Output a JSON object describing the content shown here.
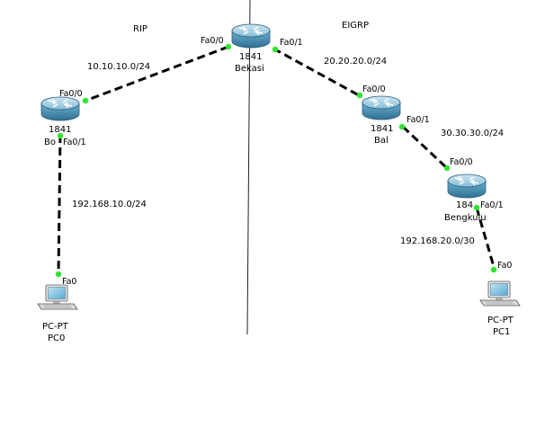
{
  "areas": {
    "left": "RIP",
    "right": "EIGRP"
  },
  "devices": {
    "bekasi": {
      "model": "1841",
      "name": "Bekasi"
    },
    "bogor": {
      "model": "1841",
      "name": "Bo"
    },
    "bali": {
      "model": "1841",
      "name": "Bal"
    },
    "bengkulu": {
      "model": "184",
      "name": "Bengkulu"
    },
    "pc0": {
      "type": "PC-PT",
      "name": "PC0"
    },
    "pc1": {
      "type": "PC-PT",
      "name": "PC1"
    }
  },
  "networks": {
    "bekasi_bogor": "10.10.10.0/24",
    "bekasi_bali": "20.20.20.0/24",
    "bali_bengkulu": "30.30.30.0/24",
    "bogor_pc0": "192.168.10.0/24",
    "bengkulu_pc1": "192.168.20.0/30"
  },
  "ports": {
    "bekasi_fa00": "Fa0/0",
    "bekasi_fa01": "Fa0/1",
    "bogor_fa00": "Fa0/0",
    "bogor_fa01": "Fa0/1",
    "bali_fa00": "Fa0/0",
    "bali_fa01": "Fa0/1",
    "bengkulu_fa00": "Fa0/0",
    "bengkulu_fa01": "Fa0/1",
    "pc0_fa0": "Fa0",
    "pc1_fa0": "Fa0"
  },
  "colors": {
    "link": "#000000",
    "port_up": "#33dd33",
    "router_body": "#3f8fb6",
    "router_top": "#9ccde3",
    "divider": "#222222"
  },
  "icons": {
    "router": "router-icon",
    "pc": "pc-icon"
  }
}
